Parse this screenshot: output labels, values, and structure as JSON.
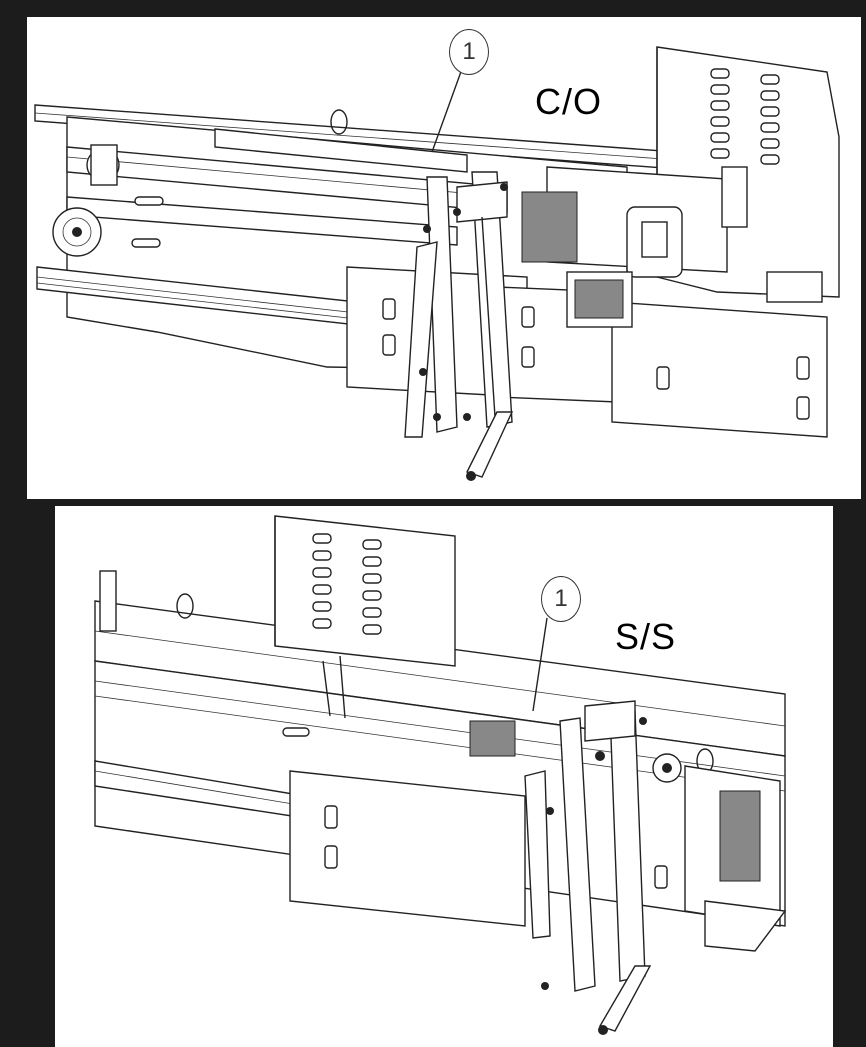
{
  "figure": {
    "top": {
      "label": "C/O",
      "callout_number": "1"
    },
    "bottom": {
      "label": "S/S",
      "callout_number": "1"
    }
  }
}
